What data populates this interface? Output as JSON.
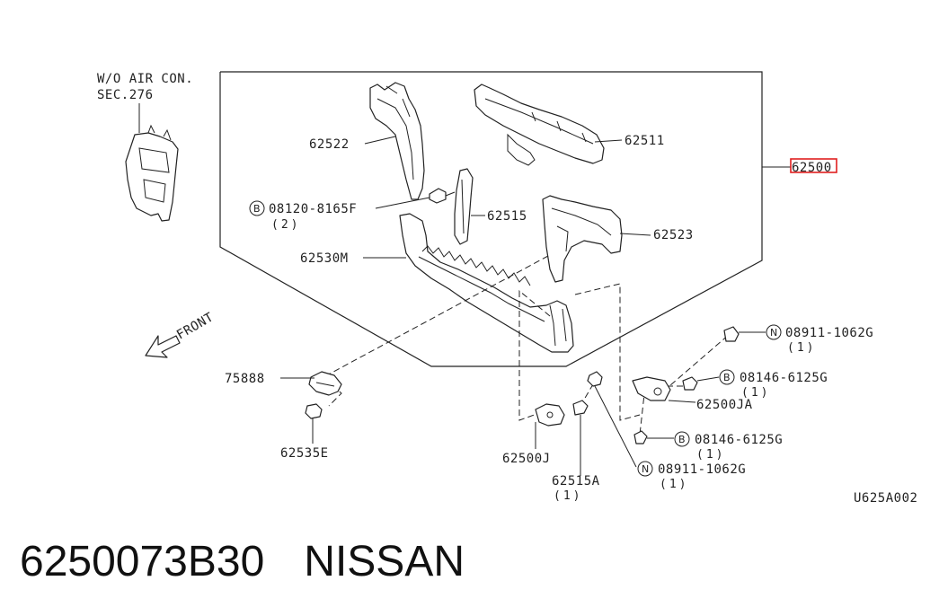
{
  "note": {
    "line1": "W/O AIR CON.",
    "line2": "SEC.276"
  },
  "labels": {
    "p62522": "62522",
    "p62511": "62511",
    "p62500": "62500",
    "p62515": "62515",
    "p62523": "62523",
    "p62530M": "62530M",
    "p75888": "75888",
    "p62535E": "62535E",
    "p62500J": "62500J",
    "p62515A": "62515A",
    "p62500JA": "62500JA",
    "bolt1": "08120-8165F",
    "bolt1_qty": "(2)",
    "nut1": "08911-1062G",
    "nut1_qty": "(1)",
    "bolt2": "08146-6125G",
    "bolt2_qty": "(1)",
    "bolt3": "08146-6125G",
    "bolt3_qty": "(1)",
    "nut2": "08911-1062G",
    "nut2_qty": "(1)",
    "qty_62515A": "(1)",
    "code": "U625A002",
    "front": "FRONT",
    "b": "B",
    "n": "N"
  },
  "footer": {
    "part_number": "6250073B30",
    "brand": "NISSAN"
  },
  "colors": {
    "highlight": "#e02020",
    "line": "#222222"
  }
}
